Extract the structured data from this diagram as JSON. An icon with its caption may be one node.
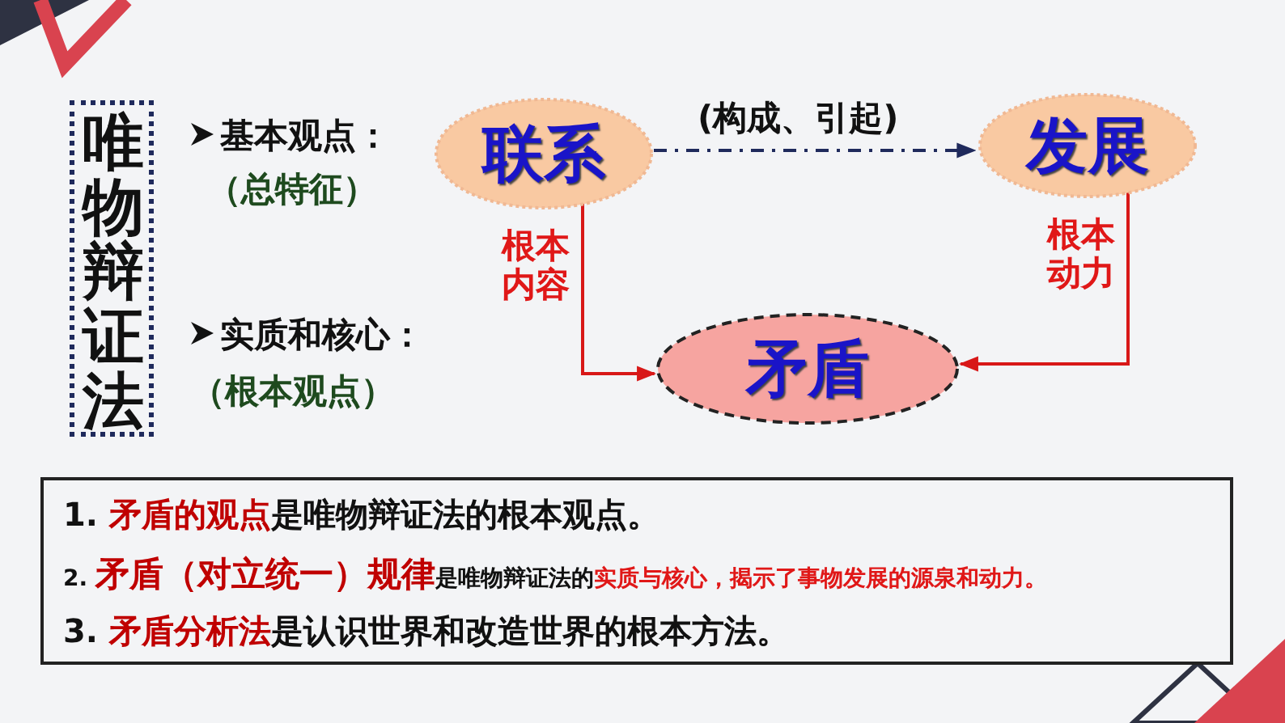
{
  "diagram": {
    "nodes": [
      {
        "text": [
          "唯物辩证法"
        ]
      },
      {
        "text": [
          "联系"
        ]
      },
      {
        "text": [
          "发展"
        ]
      },
      {
        "text": [
          "矛盾"
        ]
      },
      {
        "text": [
          "1. **矛盾的观点**是唯物辩证法的根本观点。",
          "2. **矛盾（对立统一）规律**是唯物辩证法的**实质与核心，揭示了事物发展的源泉和动力。**",
          "3. **矛盾分析法**是认识世界和改造世界的根本方法。"
        ]
      }
    ],
    "edges": [
      {
        "from": 1,
        "to": 2,
        "arrow": "to",
        "label": "(构成、引起)",
        "style": "dashed",
        "color": "#1f2a5c"
      },
      {
        "from": 1,
        "to": 3,
        "arrow": "to",
        "label": "根本内容"
      },
      {
        "from": 2,
        "to": 3,
        "arrow": "to",
        "label": "根本动力"
      }
    ],
    "labels": [
      "基本观点：",
      "（总特征）",
      "实质和核心：",
      "（根本观点）"
    ]
  }
}
